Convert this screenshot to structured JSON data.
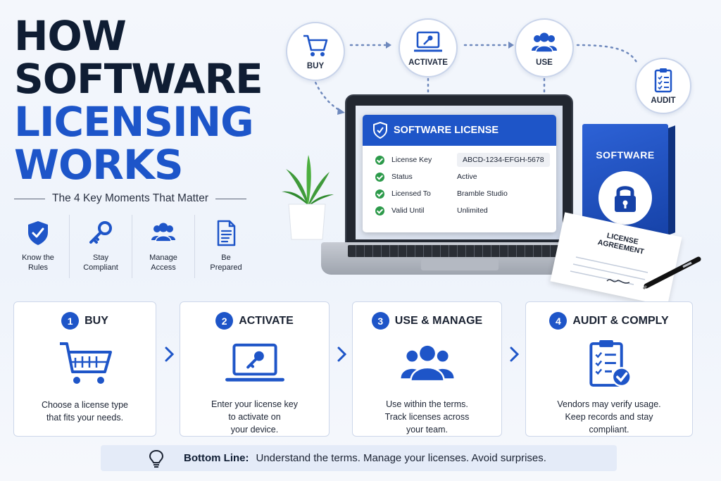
{
  "title": {
    "line1": "HOW",
    "line2": "SOFTWARE",
    "line3": "LICENSING",
    "line4": "WORKS"
  },
  "subtitle": "The 4 Key Moments That Matter",
  "moments": [
    {
      "label": "Know the\nRules",
      "icon": "shield-check-icon"
    },
    {
      "label": "Stay\nCompliant",
      "icon": "key-icon"
    },
    {
      "label": "Manage\nAccess",
      "icon": "users-icon"
    },
    {
      "label": "Be\nPrepared",
      "icon": "document-icon"
    }
  ],
  "flow": [
    {
      "label": "BUY",
      "icon": "cart-icon"
    },
    {
      "label": "ACTIVATE",
      "icon": "laptop-key-icon"
    },
    {
      "label": "USE",
      "icon": "users-icon"
    },
    {
      "label": "AUDIT",
      "icon": "clipboard-icon"
    }
  ],
  "license_card": {
    "title": "SOFTWARE LICENSE",
    "rows": [
      {
        "key": "License Key",
        "value": "ABCD-1234-EFGH-5678"
      },
      {
        "key": "Status",
        "value": "Active"
      },
      {
        "key": "Licensed To",
        "value": "Bramble Studio"
      },
      {
        "key": "Valid Until",
        "value": "Unlimited"
      }
    ]
  },
  "box_label": "SOFTWARE",
  "agreement_label": "LICENSE AGREEMENT",
  "steps": [
    {
      "num": "1",
      "title": "BUY",
      "desc": "Choose a license type\nthat fits your needs.",
      "icon": "cart-icon"
    },
    {
      "num": "2",
      "title": "ACTIVATE",
      "desc": "Enter your license key\nto activate on\nyour device.",
      "icon": "laptop-key-icon"
    },
    {
      "num": "3",
      "title": "USE & MANAGE",
      "desc": "Use within the terms.\nTrack licenses across\nyour team.",
      "icon": "users-icon"
    },
    {
      "num": "4",
      "title": "AUDIT & COMPLY",
      "desc": "Vendors may verify usage.\nKeep records and stay\ncompliant.",
      "icon": "clipboard-check-icon"
    }
  ],
  "bottom_line": {
    "label": "Bottom Line:",
    "text": "Understand the terms. Manage your licenses. Avoid surprises."
  },
  "colors": {
    "primary": "#1e55c8",
    "dark": "#0f1d33",
    "success": "#2c9a4a"
  }
}
